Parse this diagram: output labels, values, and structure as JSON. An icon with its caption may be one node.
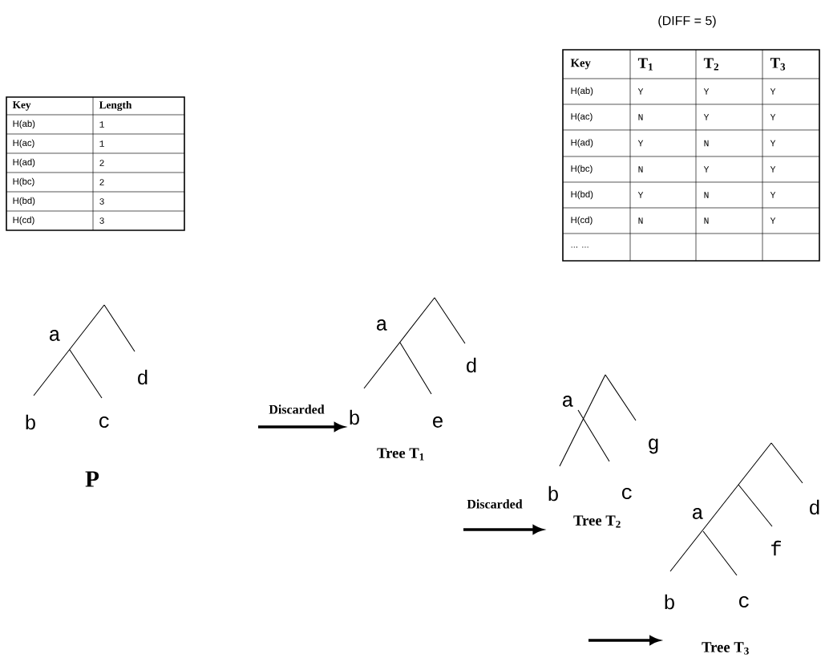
{
  "diagram": {
    "nodes": [
      {
        "text": [
          "a",
          "d",
          "b",
          "c",
          "P"
        ]
      },
      {
        "text": [
          "a",
          "d",
          "b",
          "e",
          "Tree T$_{1}$"
        ]
      },
      {
        "text": [
          "a",
          "g",
          "b",
          "c",
          "Tree T$_{2}$"
        ]
      },
      {
        "text": [
          "d",
          "a",
          "f",
          "b",
          "c",
          "Tree T$_{3}$"
        ]
      }
    ],
    "edges": [
      {
        "from": null,
        "to": 1,
        "arrow": "to",
        "label": "Discarded"
      },
      {
        "from": null,
        "to": 2,
        "arrow": "to",
        "label": "Discarded"
      },
      {
        "from": null,
        "to": 3,
        "arrow": "to"
      }
    ],
    "labels": [
      "(DIFF = 5)",
      "Key",
      "Length",
      "H(ab)",
      "1",
      "H(ac)",
      "1",
      "H(ad)",
      "2",
      "H(bc)",
      "2",
      "H(bd)",
      "3",
      "H(cd)",
      "3",
      "Key",
      "T$_{1}$",
      "T$_{2}$",
      "T$_{3}$",
      "H(ab)",
      "Y",
      "Y",
      "Y",
      "H(ac)",
      "N",
      "Y",
      "Y",
      "H(ad)",
      "Y",
      "N",
      "Y",
      "H(bc)",
      "N",
      "Y",
      "Y",
      "H(bd)",
      "Y",
      "N",
      "Y",
      "H(cd)",
      "N",
      "N",
      "Y",
      "... ..."
    ]
  }
}
